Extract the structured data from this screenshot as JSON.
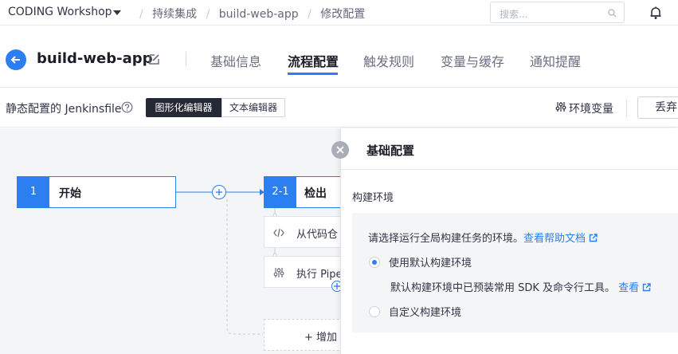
{
  "topbar": {
    "workspace": "CODING Workshop",
    "breadcrumbs": [
      "持续集成",
      "build-web-app",
      "修改配置"
    ],
    "search_placeholder": "搜索..."
  },
  "header": {
    "project_name": "build-web-app",
    "tabs": [
      "基础信息",
      "流程配置",
      "触发规则",
      "变量与缓存",
      "通知提醒"
    ],
    "active_tab": "流程配置"
  },
  "toolbar": {
    "static_label": "静态配置的 Jenkinsfile",
    "graph_editor": "图形化编辑器",
    "text_editor": "文本编辑器",
    "env_vars": "环境变量",
    "discard": "丢弃"
  },
  "pipeline": {
    "stage1": {
      "num": "1",
      "label": "开始"
    },
    "stage2": {
      "num": "2-1",
      "label": "检出"
    },
    "steps": [
      {
        "label": "从代码仓"
      },
      {
        "label": "执行 Pipe"
      }
    ],
    "add_stage": "+ 增加"
  },
  "panel": {
    "title": "基础配置",
    "section_label": "构建环境",
    "description": "请选择运行全局构建任务的环境。",
    "help_link": "查看帮助文档",
    "option_default": "使用默认构建环境",
    "option_default_desc": "默认构建环境中已预装常用 SDK 及命令行工具。",
    "option_default_link": "查看",
    "option_custom": "自定义构建环境"
  },
  "colors": {
    "accent": "#2b7ff0",
    "dark_button": "#252935"
  }
}
